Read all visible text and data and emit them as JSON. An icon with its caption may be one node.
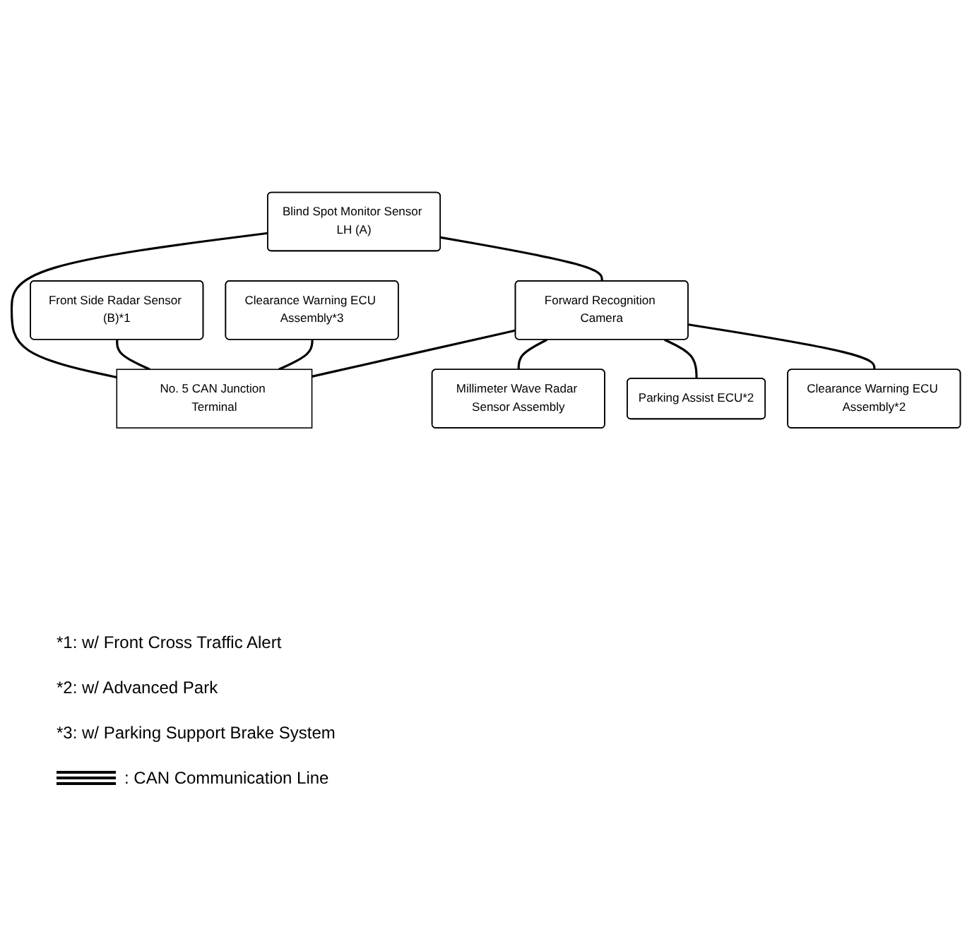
{
  "diagram": {
    "nodes": [
      {
        "text": [
          "Blind Spot Monitor Sensor LH (A)"
        ]
      },
      {
        "text": [
          "Forward Recognition Camera"
        ]
      },
      {
        "text": [
          "Front Side Radar Sensor (B)*1"
        ]
      },
      {
        "text": [
          "Millimeter Wave Radar Sensor Assembly"
        ]
      },
      {
        "text": [
          "Clearance Warning ECU Assembly*3"
        ]
      },
      {
        "text": [
          "Parking Assist ECU*2"
        ]
      },
      {
        "text": [
          "No. 5 CAN Junction Terminal"
        ]
      },
      {
        "text": [
          "Clearance Warning ECU Assembly*2"
        ]
      }
    ],
    "edges": [
      {
        "from": 0,
        "to": 1,
        "arrow": "none"
      },
      {
        "from": 0,
        "to": 6,
        "arrow": "none"
      },
      {
        "from": 2,
        "to": 6,
        "arrow": "none"
      },
      {
        "from": 4,
        "to": 6,
        "arrow": "none"
      },
      {
        "from": 1,
        "to": 6,
        "arrow": "none"
      },
      {
        "from": 1,
        "to": 3,
        "arrow": "none"
      },
      {
        "from": 1,
        "to": 5,
        "arrow": "none"
      },
      {
        "from": 1,
        "to": 7,
        "arrow": "none"
      }
    ],
    "labels": [
      "*1: w/ Front Cross Traffic Alert",
      "*2: w/ Advanced Park",
      "*3: w/ Parking Support Brake System"
    ],
    "legend": [
      {
        "text": ": CAN Communication Line"
      }
    ]
  }
}
